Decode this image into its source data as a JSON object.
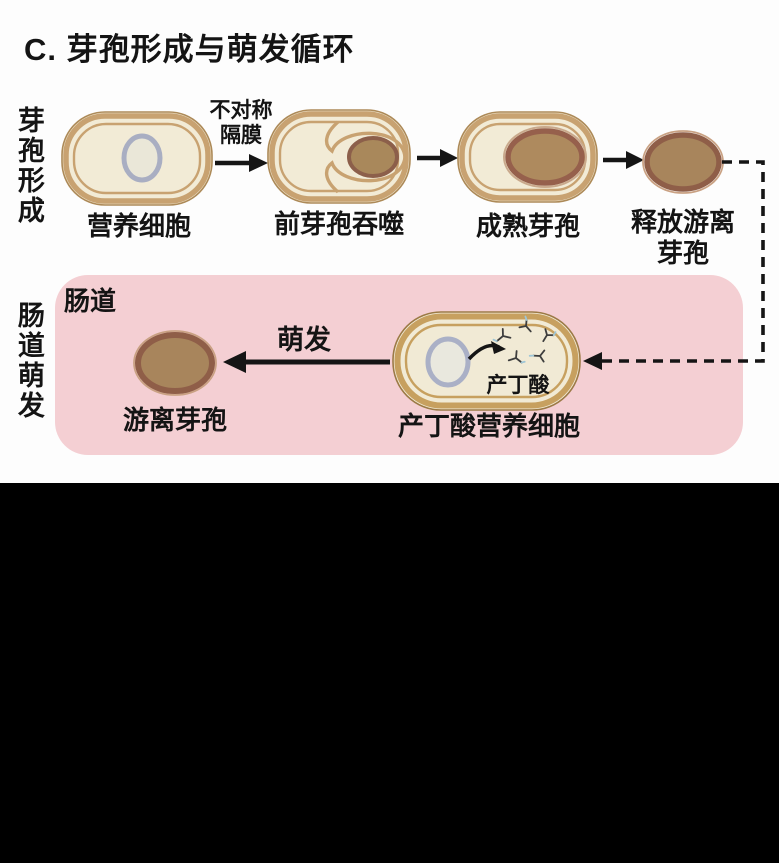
{
  "title": "C. 芽孢形成与萌发循环",
  "side_labels": {
    "formation": "芽孢形成",
    "gut_germination": "肠道萌发"
  },
  "formation_row": {
    "vegetative_cell_label": "营养细胞",
    "septum_arrow_line1": "不对称",
    "septum_arrow_line2": "隔膜",
    "engulfment_label": "前芽孢吞噬",
    "mature_spore_label": "成熟芽孢",
    "released_spore_line1": "释放游离",
    "released_spore_line2": "芽孢"
  },
  "gut_box": {
    "label": "肠道",
    "germination_arrow_label": "萌发",
    "free_spore_label": "游离芽孢",
    "butyrate_label": "产丁酸",
    "butyrate_cell_label": "产丁酸营养细胞"
  },
  "colors": {
    "background": "#FDFDFD",
    "bottom_bar": "#000000",
    "gut_box_fill": "#F4CFD3",
    "cell_wall_tan": "#C8A271",
    "cell_wall_edge": "#AD8A58",
    "cell_interior": "#F2EBD6",
    "butyrate_cell_wall": "#C7A05F",
    "spore_fill": "#A8855C",
    "spore_ring": "#8F5E48",
    "nucleoid_fill": "#EAE7D8",
    "nucleoid_ring": "#A9AEC2",
    "arrow_black": "#151515",
    "molecule_dark": "#3E3E3E",
    "molecule_accent": "#9FC6D6",
    "text": "#141414"
  }
}
